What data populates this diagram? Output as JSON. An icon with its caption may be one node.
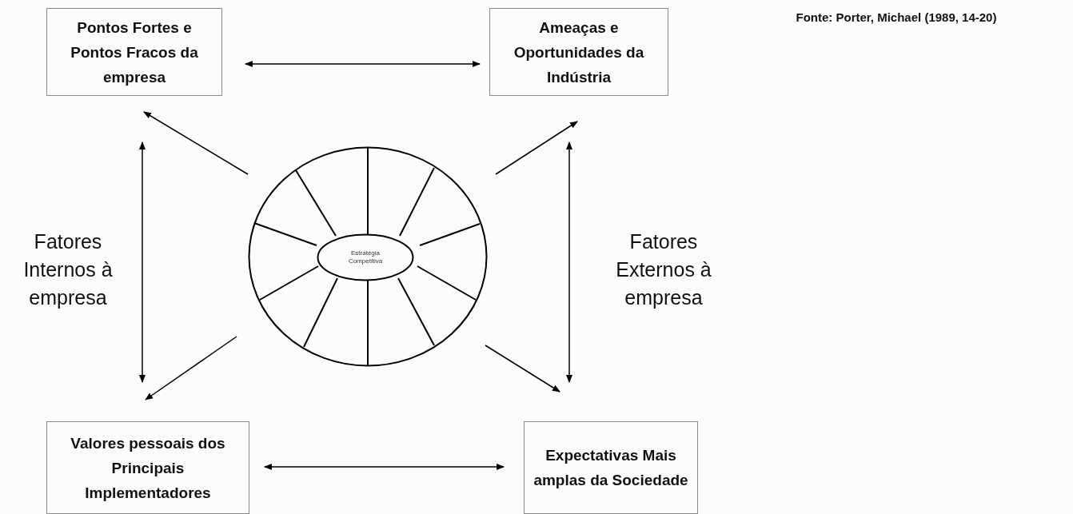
{
  "diagram": {
    "nodes": [
      {
        "text": [
          "Pontos Fortes e Pontos Fracos da empresa"
        ]
      },
      {
        "text": [
          "Ameaças e Oportunidades da Indústria"
        ]
      },
      {
        "text": [
          "Valores pessoais dos Principais Implementadores"
        ]
      },
      {
        "text": [
          "Expectativas Mais amplas da Sociedade"
        ]
      },
      {
        "text": [],
        "shape": "circle"
      },
      {
        "text": [
          "Estratégia Competitiva"
        ],
        "in": 4
      }
    ],
    "edges": [
      {
        "from": 0,
        "to": 1,
        "arrow": "both"
      },
      {
        "from": 4,
        "to": 0,
        "arrow": "to"
      },
      {
        "from": 4,
        "to": 1,
        "arrow": "to"
      },
      {
        "from": 0,
        "to": 2,
        "arrow": "both"
      },
      {
        "from": 1,
        "to": 3,
        "arrow": "both"
      },
      {
        "from": 4,
        "to": 2,
        "arrow": "to"
      },
      {
        "from": 4,
        "to": 3,
        "arrow": "to"
      },
      {
        "from": 2,
        "to": 3,
        "arrow": "both"
      }
    ],
    "labels": [
      "Fonte: Porter, Michael (1989, 14-20)",
      "Fatores Internos à empresa",
      "Fatores Externos à empresa"
    ]
  }
}
